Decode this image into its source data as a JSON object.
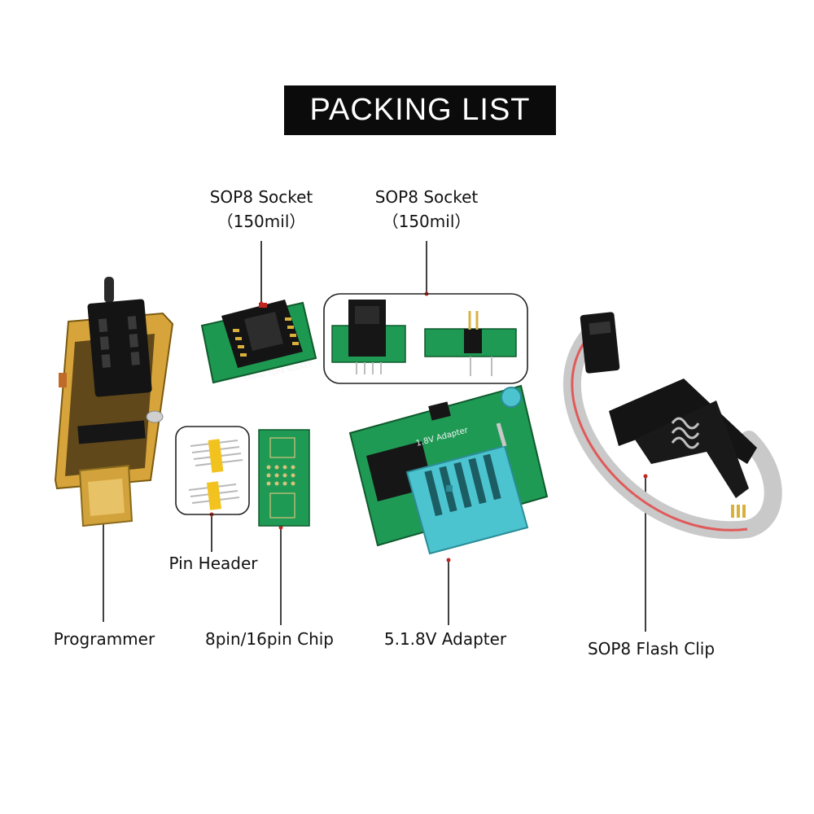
{
  "header": {
    "title": "PACKING LIST"
  },
  "labels": {
    "sop8_socket_a": {
      "line1": "SOP8 Socket",
      "line2": "（150mil）"
    },
    "sop8_socket_b": {
      "line1": "SOP8 Socket",
      "line2": "（150mil）"
    },
    "pin_header": "Pin Header",
    "programmer": "Programmer",
    "chip_adapter": "8pin/16pin Chip",
    "voltage_adapter": "5.1.8V Adapter",
    "flash_clip": "SOP8 Flash Clip"
  },
  "product_text": {
    "socket_board": "150mil SOP8 SOCKET",
    "adapter_board": "1.8V Adapter"
  },
  "colors": {
    "background": "#ffffff",
    "title_bg": "#0b0b0b",
    "title_text": "#ffffff",
    "pcb_green": "#1f9a55",
    "programmer_gold": "#d6a43a",
    "zif_blue": "#4cc4d0",
    "leader_line": "#111111"
  }
}
